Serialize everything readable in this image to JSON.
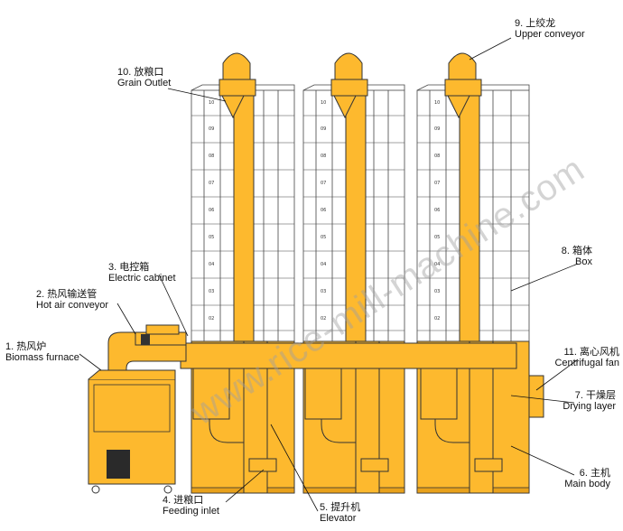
{
  "labels": [
    {
      "id": "grain-outlet",
      "num": "10.",
      "cn": "放粮口",
      "en": "Grain Outlet"
    },
    {
      "id": "upper-conveyor",
      "num": "9.",
      "cn": "上绞龙",
      "en": "Upper conveyor"
    },
    {
      "id": "box",
      "num": "8.",
      "cn": "箱体",
      "en": "Box"
    },
    {
      "id": "electric-cabinet",
      "num": "3.",
      "cn": "电控箱",
      "en": "Electric cabinet"
    },
    {
      "id": "hot-air-conveyor",
      "num": "2.",
      "cn": "热风输送管",
      "en": "Hot air conveyor"
    },
    {
      "id": "biomass-furnace",
      "num": "1.",
      "cn": "热风炉",
      "en": "Biomass furnace"
    },
    {
      "id": "centrifugal-fan",
      "num": "11.",
      "cn": "离心风机",
      "en": "Centrifugal fan"
    },
    {
      "id": "drying-layer",
      "num": "7.",
      "cn": "干燥层",
      "en": "Drying layer"
    },
    {
      "id": "main-body",
      "num": "6.",
      "cn": "主机",
      "en": "Main body"
    },
    {
      "id": "feeding-inlet",
      "num": "4.",
      "cn": "进粮口",
      "en": "Feeding inlet"
    },
    {
      "id": "elevator",
      "num": "5.",
      "cn": "提升机",
      "en": "Elevator"
    }
  ],
  "layer_marks": [
    "10",
    "09",
    "08",
    "07",
    "06",
    "05",
    "04",
    "03",
    "02"
  ],
  "watermark": "www.rice-mill-machine.com",
  "colors": {
    "body": "#FDB92E",
    "outline": "#333333",
    "grid": "#444444",
    "background": "#ffffff"
  }
}
